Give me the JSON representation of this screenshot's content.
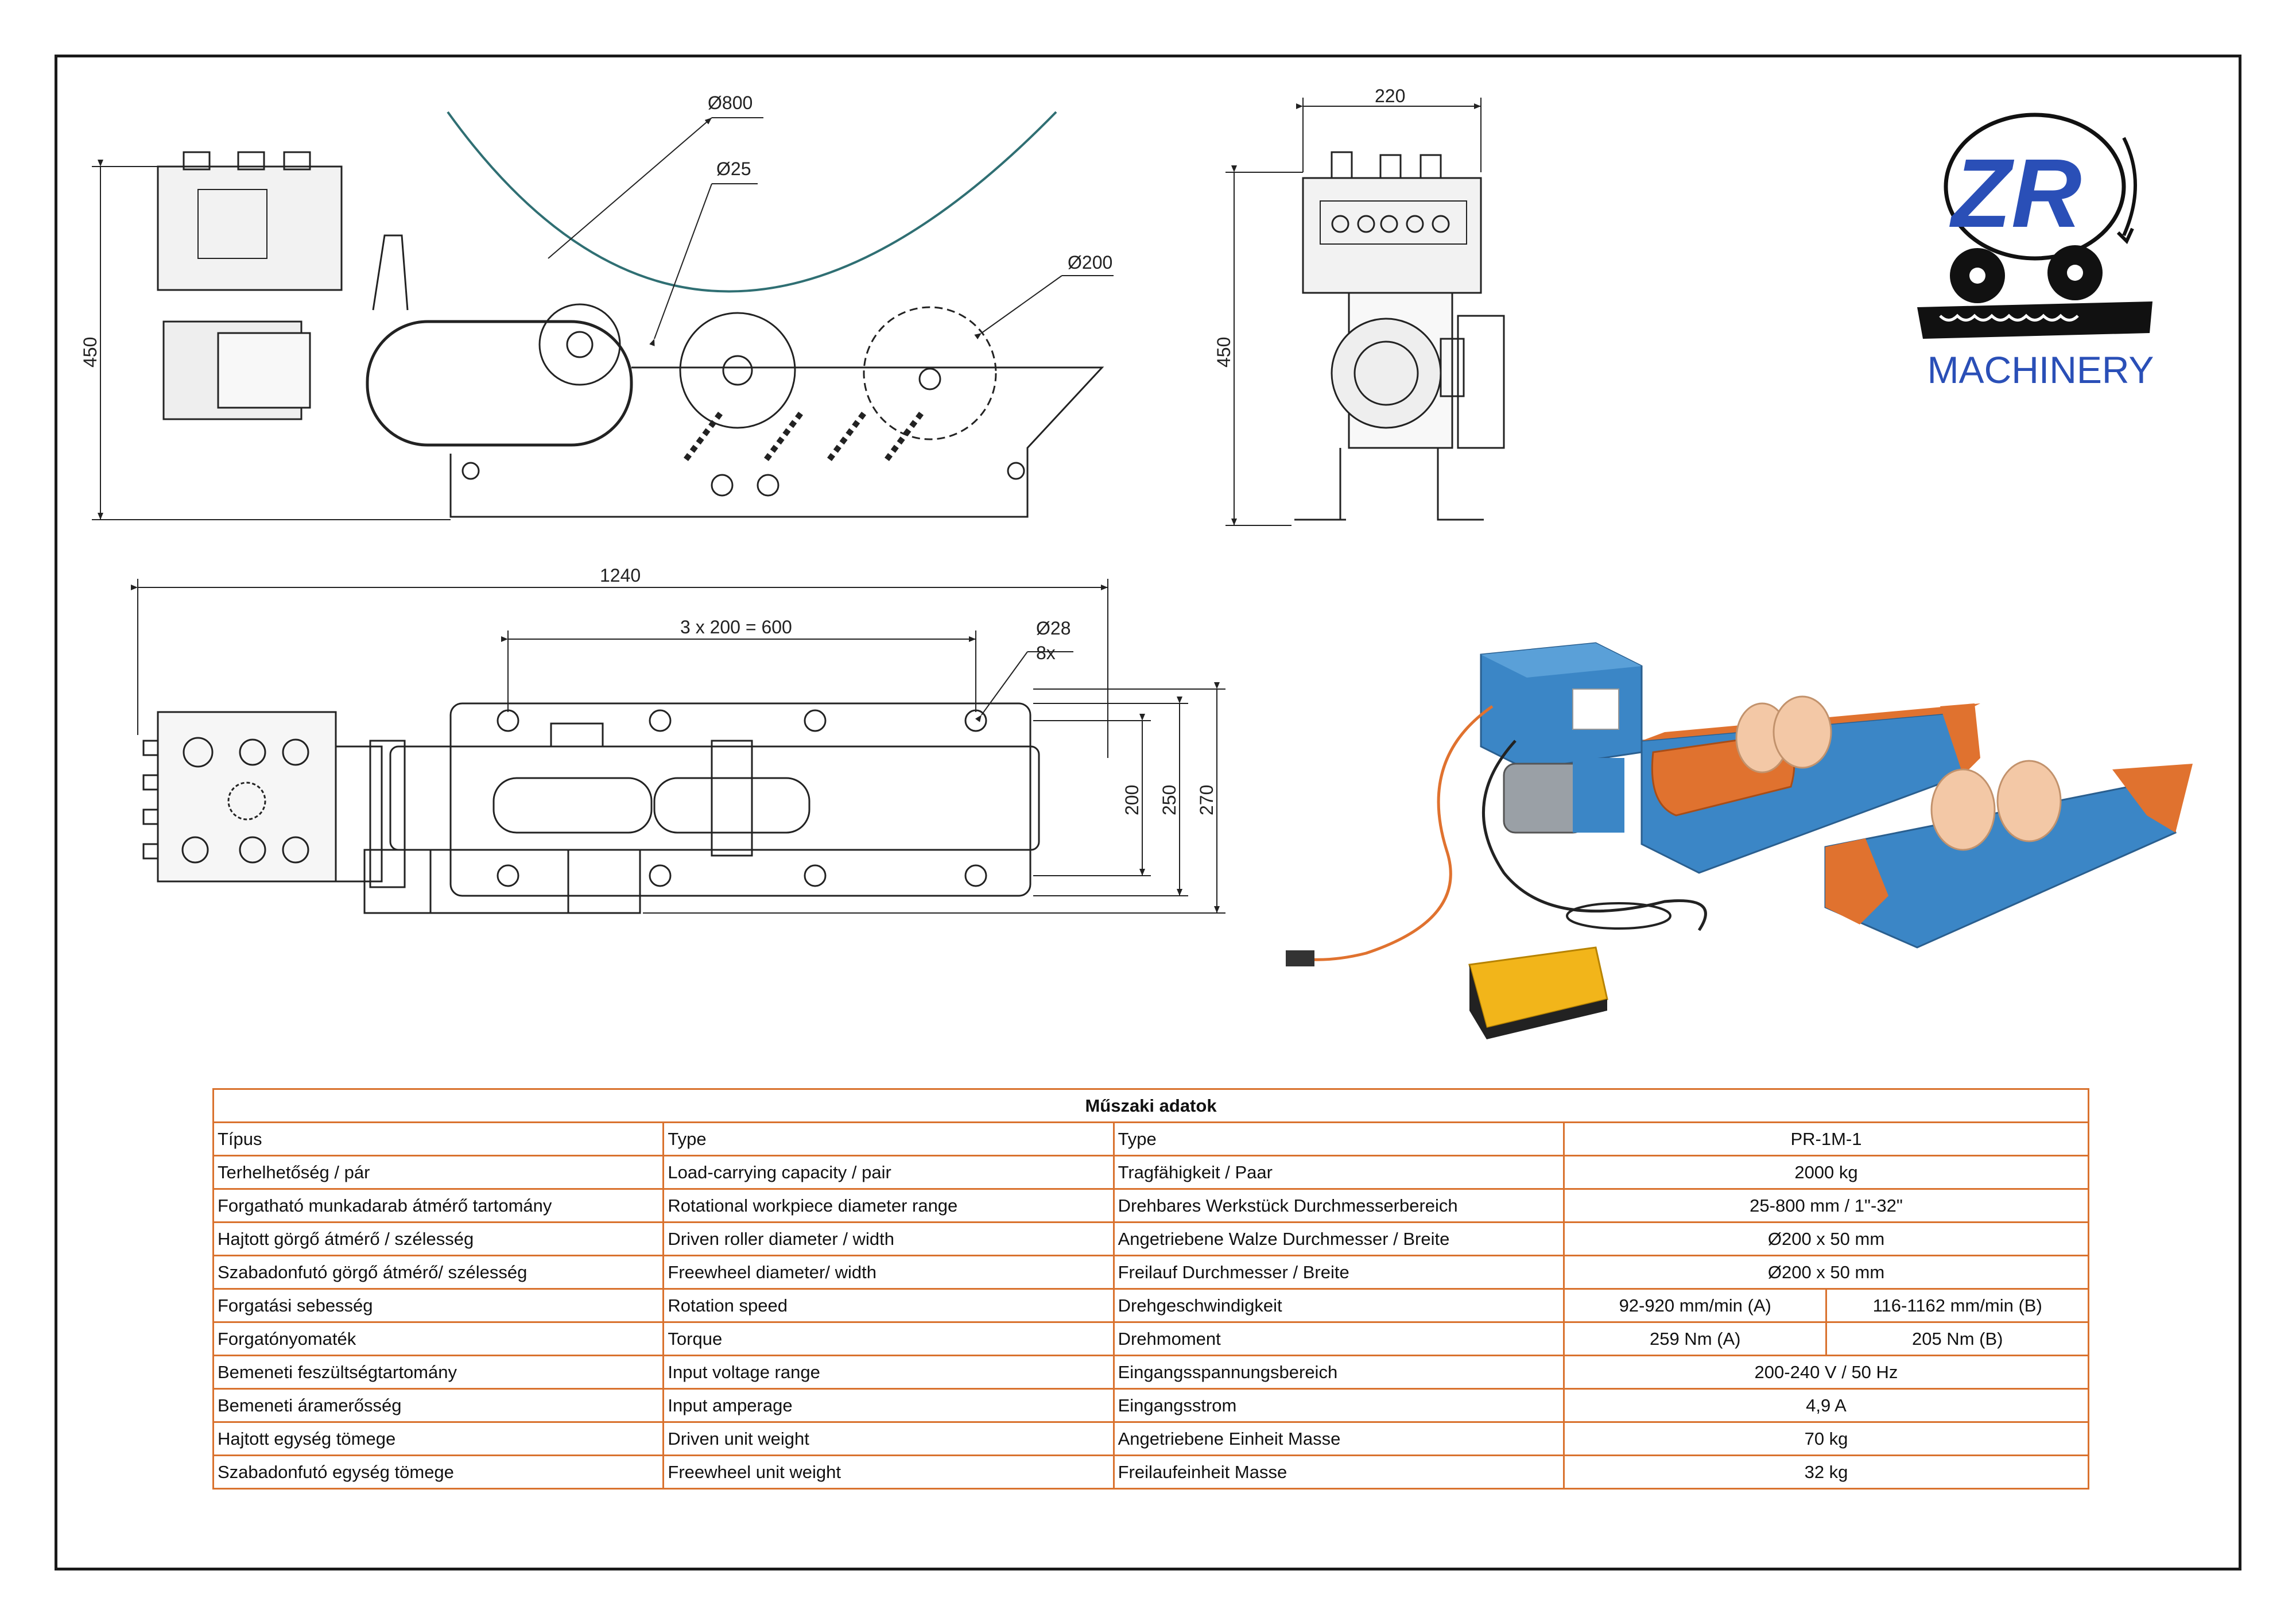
{
  "drawing": {
    "dims": {
      "d800": "Ø800",
      "d25": "Ø25",
      "d200": "Ø200",
      "h450_left": "450",
      "h450_side": "450",
      "w220": "220",
      "len1240": "1240",
      "pitch": "3 x 200 = 600",
      "d28": "Ø28",
      "x8": "8x",
      "w200": "200",
      "w250": "250",
      "w270": "270"
    }
  },
  "logo": {
    "letters": "ZR",
    "text": "MACHINERY"
  },
  "table": {
    "title": "Műszaki adatok",
    "rows": [
      {
        "hu": "Típus",
        "en": "Type",
        "de": "Type",
        "v": "PR-1M-1"
      },
      {
        "hu": "Terhelhetőség / pár",
        "en": "Load-carrying capacity / pair",
        "de": "Tragfähigkeit / Paar",
        "v": "2000 kg"
      },
      {
        "hu": "Forgatható munkadarab átmérő tartomány",
        "en": "Rotational workpiece diameter range",
        "de": "Drehbares Werkstück Durchmesserbereich",
        "v": "25-800 mm / 1\"-32\""
      },
      {
        "hu": "Hajtott görgő átmérő / szélesség",
        "en": "Driven roller diameter / width",
        "de": "Angetriebene Walze Durchmesser / Breite",
        "v": "Ø200 x 50 mm"
      },
      {
        "hu": "Szabadonfutó görgő átmérő/ szélesség",
        "en": "Freewheel diameter/ width",
        "de": "Freilauf Durchmesser / Breite",
        "v": "Ø200 x 50 mm"
      },
      {
        "hu": "Forgatási sebesség",
        "en": "Rotation speed",
        "de": "Drehgeschwindigkeit",
        "a": "92-920 mm/min (A)",
        "b": "116-1162 mm/min (B)"
      },
      {
        "hu": "Forgatónyomaték",
        "en": "Torque",
        "de": "Drehmoment",
        "a": "259 Nm (A)",
        "b": "205 Nm (B)"
      },
      {
        "hu": "Bemeneti feszültségtartomány",
        "en": "Input voltage range",
        "de": "Eingangsspannungsbereich",
        "v": "200-240 V  / 50 Hz"
      },
      {
        "hu": "Bemeneti áramerősség",
        "en": "Input amperage",
        "de": "Eingangsstrom",
        "v": "4,9 A"
      },
      {
        "hu": "Hajtott egység tömege",
        "en": "Driven unit weight",
        "de": "Angetriebene Einheit Masse",
        "v": "70 kg"
      },
      {
        "hu": "Szabadonfutó egység tömege",
        "en": "Freewheel unit weight",
        "de": "Freilaufeinheit Masse",
        "v": "32 kg"
      }
    ]
  }
}
